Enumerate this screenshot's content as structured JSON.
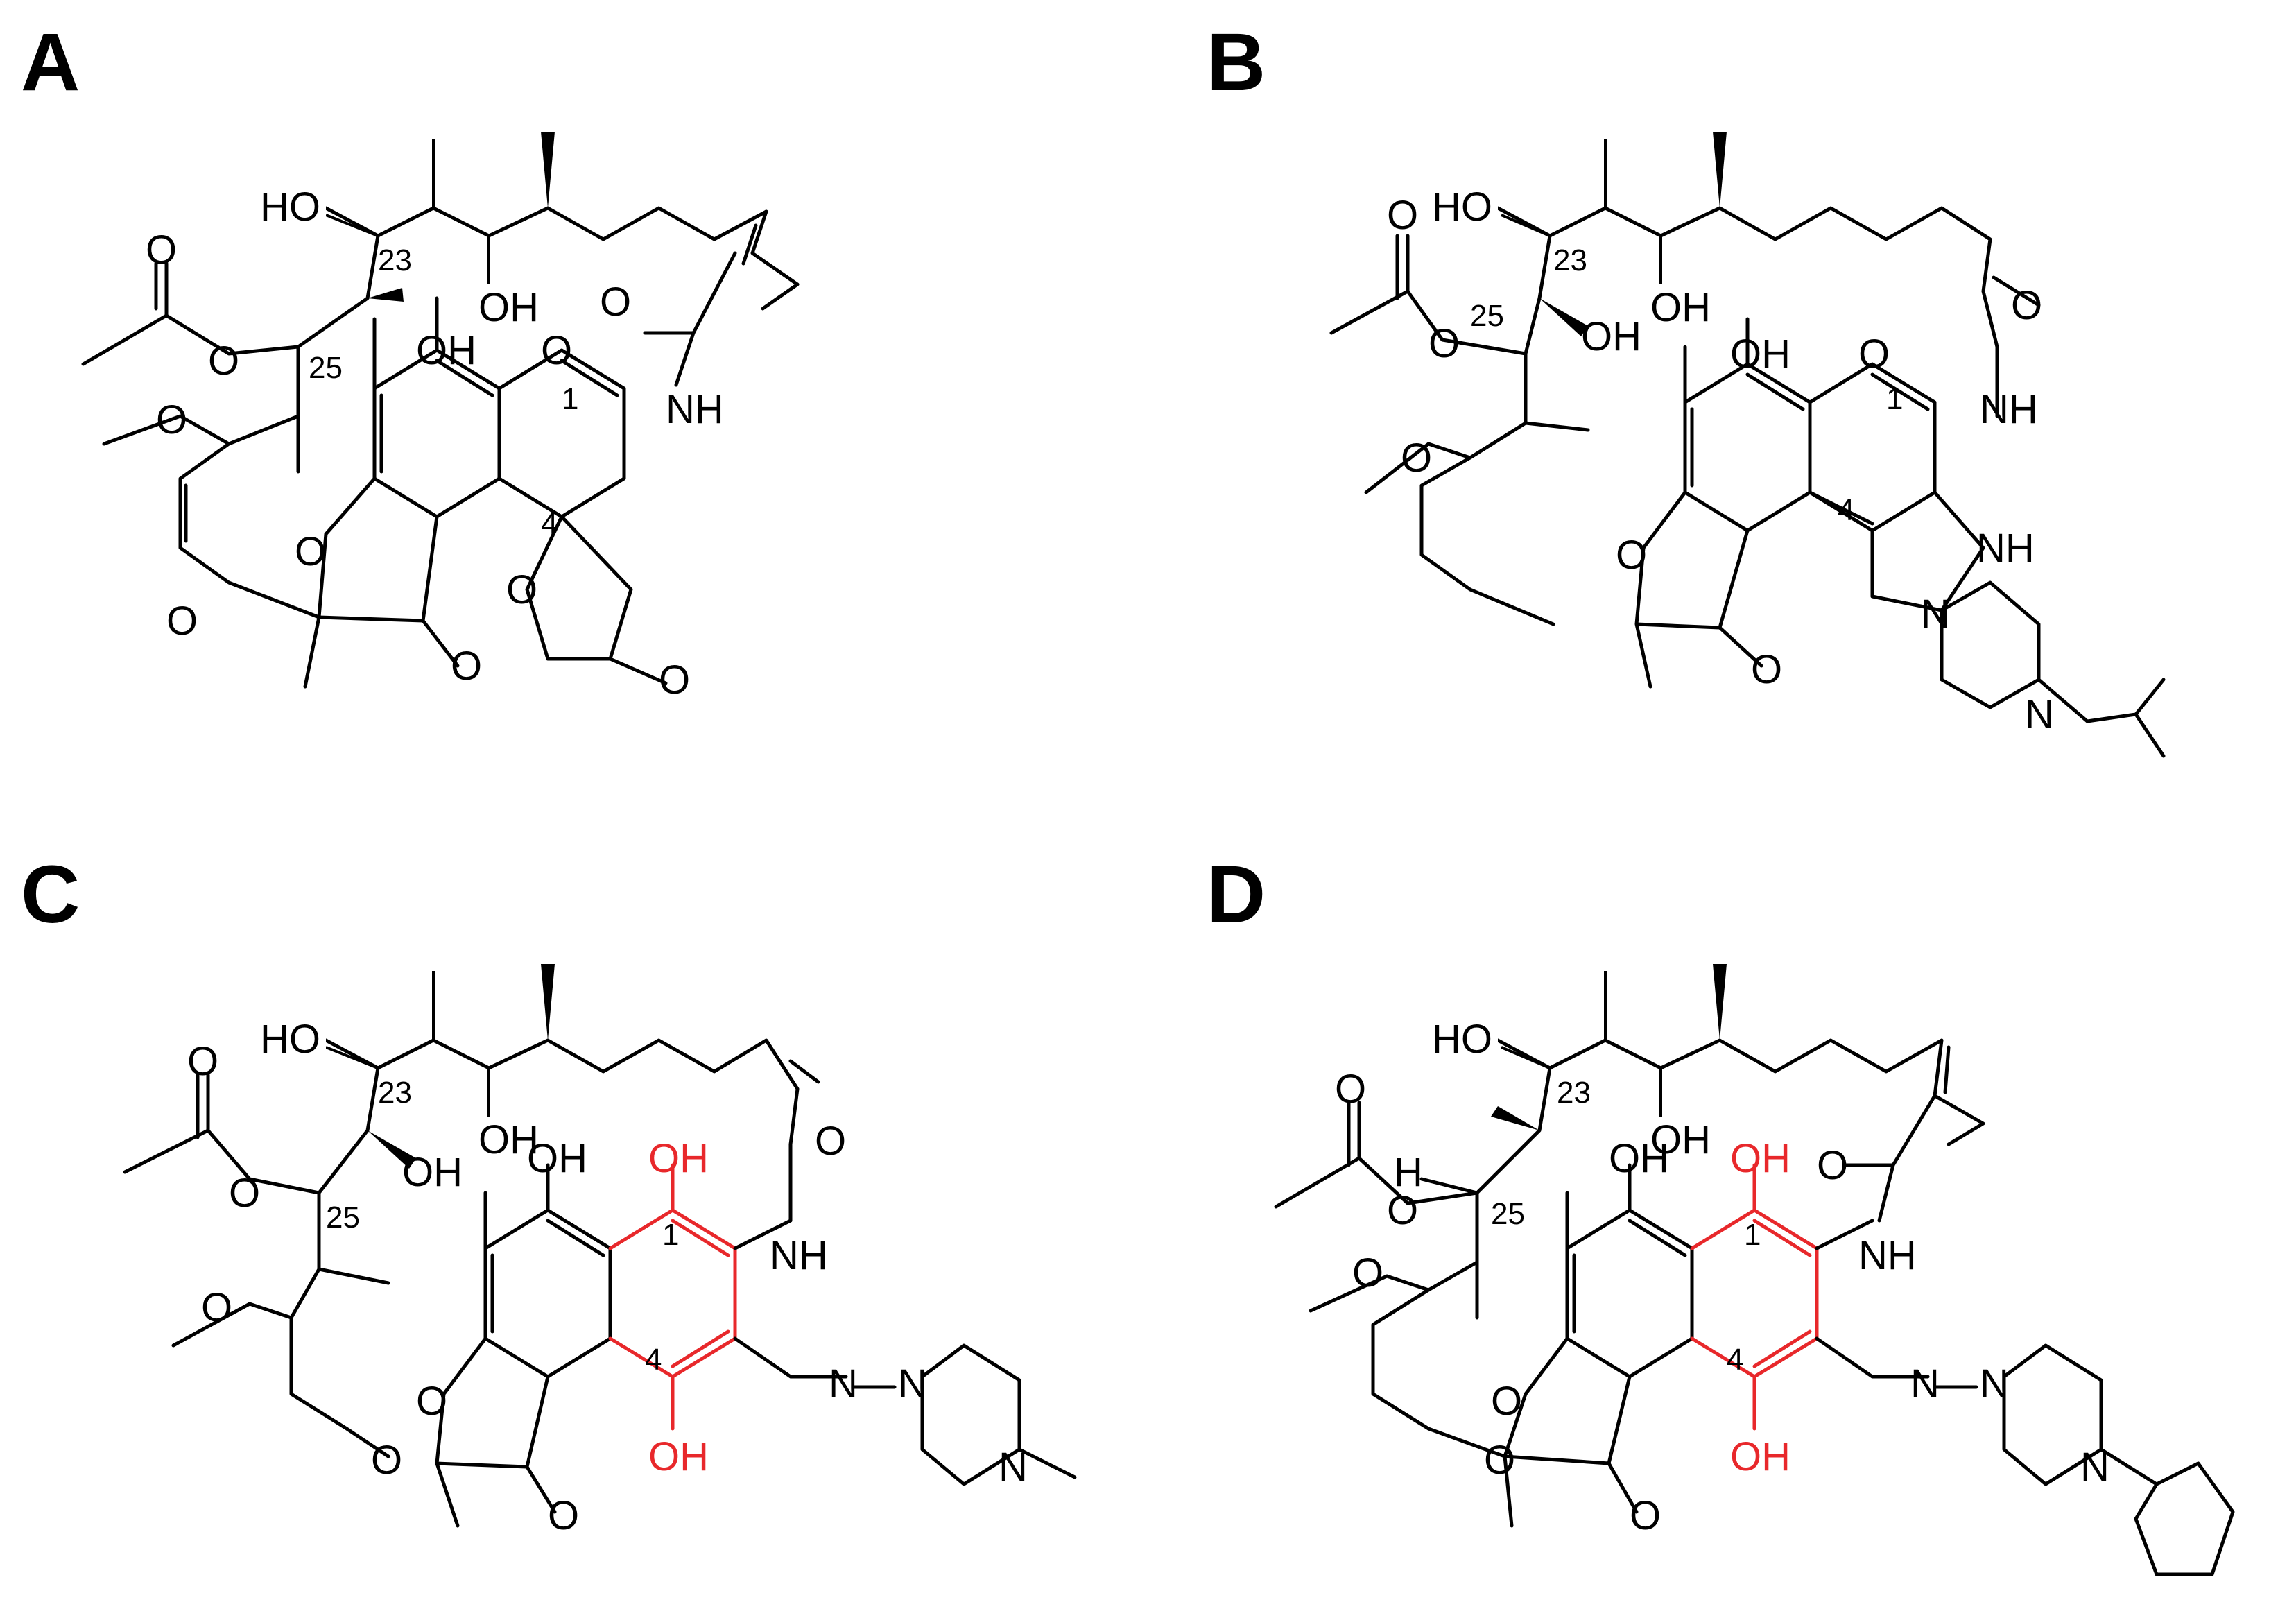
{
  "panels": [
    {
      "id": "A",
      "label": "A",
      "atoms": [
        "HO",
        "OH",
        "O",
        "O",
        "O",
        "OH",
        "O",
        "NH",
        "O",
        "O",
        "O",
        "O",
        "O",
        "O"
      ],
      "numbers": [
        "23",
        "25",
        "1",
        "4"
      ],
      "highlight": false
    },
    {
      "id": "B",
      "label": "B",
      "atoms": [
        "HO",
        "OH",
        "OH",
        "O",
        "O",
        "O",
        "OH",
        "O",
        "NH",
        "O",
        "O",
        "O",
        "N",
        "NH",
        "N"
      ],
      "numbers": [
        "23",
        "25",
        "1",
        "4"
      ],
      "highlight": false
    },
    {
      "id": "C",
      "label": "C",
      "atoms": [
        "HO",
        "OH",
        "OH",
        "O",
        "O",
        "O",
        "OH",
        "OH",
        "O",
        "NH",
        "O",
        "O",
        "O",
        "OH",
        "N",
        "N",
        "N"
      ],
      "numbers": [
        "23",
        "25",
        "1",
        "4"
      ],
      "highlight": true
    },
    {
      "id": "D",
      "label": "D",
      "atoms": [
        "HO",
        "OH",
        "H",
        "O",
        "O",
        "O",
        "OH",
        "OH",
        "O",
        "NH",
        "O",
        "O",
        "O",
        "OH",
        "N",
        "N",
        "N"
      ],
      "numbers": [
        "23",
        "25",
        "1",
        "4"
      ],
      "highlight": true
    }
  ],
  "colors": {
    "bond": "#000000",
    "highlight": "#e8282b"
  }
}
